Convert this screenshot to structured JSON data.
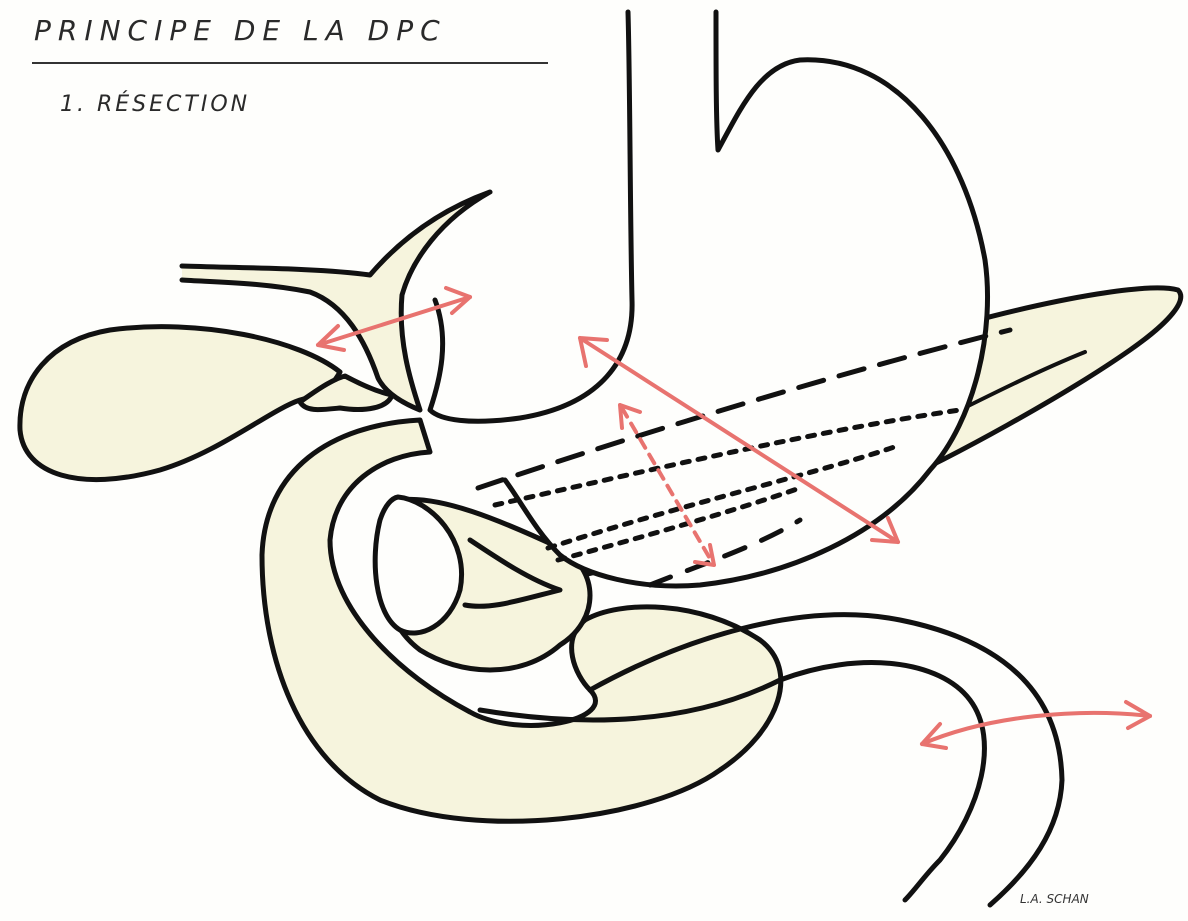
{
  "header": {
    "title": "PRINCIPE DE LA DPC",
    "subtitle": "1. RÉSECTION"
  },
  "signature": "L.A. SCHAN",
  "colors": {
    "ink": "#111111",
    "organ_fill": "#f6f4dd",
    "arrow": "#e8736f",
    "paper": "#fefefc"
  }
}
